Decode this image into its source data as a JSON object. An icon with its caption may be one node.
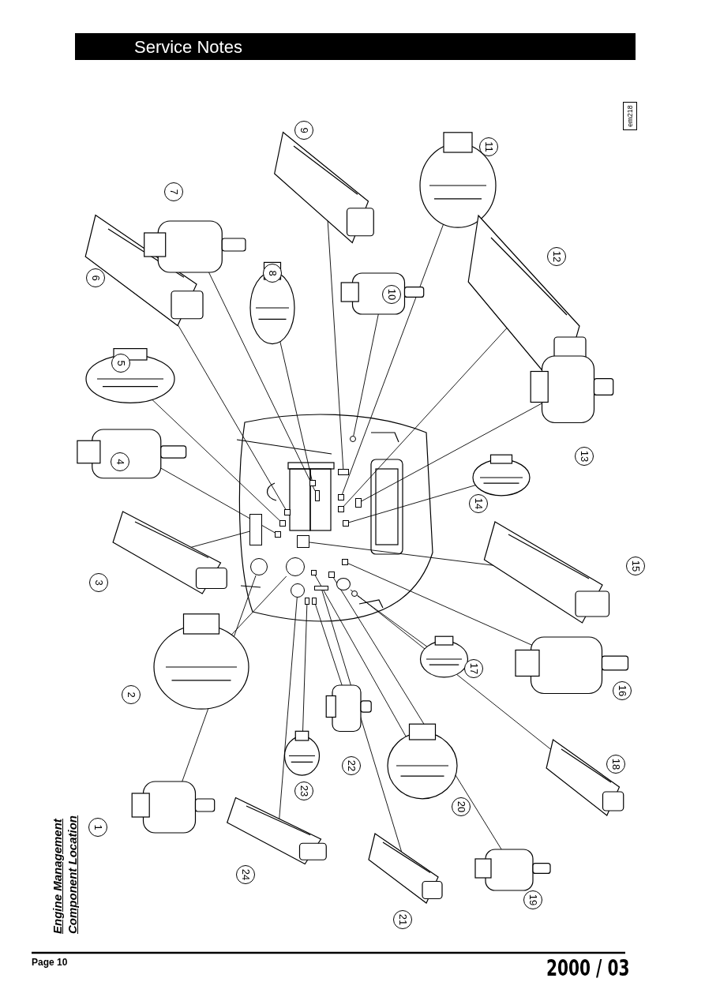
{
  "diagram": {
    "title": "Service Notes",
    "nodes": [
      {
        "text": [
          "1"
        ]
      },
      {
        "text": [
          "2"
        ]
      },
      {
        "text": [
          "3"
        ]
      },
      {
        "text": [
          "4"
        ]
      },
      {
        "text": [
          "5"
        ]
      },
      {
        "text": [
          "6"
        ]
      },
      {
        "text": [
          "7"
        ]
      },
      {
        "text": [
          "8"
        ]
      },
      {
        "text": [
          "9"
        ]
      },
      {
        "text": [
          "10"
        ]
      },
      {
        "text": [
          "11"
        ]
      },
      {
        "text": [
          "12"
        ]
      },
      {
        "text": [
          "13"
        ]
      },
      {
        "text": [
          "14"
        ]
      },
      {
        "text": [
          "15"
        ]
      },
      {
        "text": [
          "16"
        ]
      },
      {
        "text": [
          "17"
        ]
      },
      {
        "text": [
          "18"
        ]
      },
      {
        "text": [
          "19"
        ]
      },
      {
        "text": [
          "20"
        ]
      },
      {
        "text": [
          "21"
        ]
      },
      {
        "text": [
          "22"
        ]
      },
      {
        "text": [
          "23"
        ]
      },
      {
        "text": [
          "24"
        ]
      },
      {
        "text": [],
        "shape": "circle"
      },
      {
        "text": [],
        "shape": "circle"
      },
      {
        "text": [],
        "shape": "box"
      },
      {
        "text": [],
        "shape": "box"
      },
      {
        "text": [],
        "shape": "box"
      },
      {
        "text": [],
        "shape": "box"
      },
      {
        "text": [],
        "shape": "box"
      },
      {
        "text": [],
        "shape": "box"
      },
      {
        "text": [],
        "shape": "box"
      },
      {
        "text": [],
        "shape": "circle"
      },
      {
        "text": [],
        "shape": "box"
      },
      {
        "text": [],
        "shape": "box"
      },
      {
        "text": [],
        "shape": "box"
      },
      {
        "text": [],
        "shape": "box"
      },
      {
        "text": [],
        "shape": "box"
      },
      {
        "text": [],
        "shape": "box"
      },
      {
        "text": [],
        "shape": "circle"
      },
      {
        "text": [],
        "shape": "circle"
      },
      {
        "text": [],
        "shape": "box"
      },
      {
        "text": [],
        "shape": "box"
      },
      {
        "text": [],
        "shape": "box"
      },
      {
        "text": [],
        "shape": "box"
      },
      {
        "text": [],
        "shape": "box"
      },
      {
        "text": [],
        "shape": "circle"
      }
    ],
    "edges": [
      {
        "from": 0,
        "to": 24,
        "arrow": "none"
      },
      {
        "from": 1,
        "to": 25,
        "arrow": "none"
      },
      {
        "from": 2,
        "to": 26,
        "arrow": "none"
      },
      {
        "from": 3,
        "to": 27,
        "arrow": "none"
      },
      {
        "from": 4,
        "to": 28,
        "arrow": "none"
      },
      {
        "from": 5,
        "to": 29,
        "arrow": "none"
      },
      {
        "from": 6,
        "to": 30,
        "arrow": "none"
      },
      {
        "from": 7,
        "to": 31,
        "arrow": "none"
      },
      {
        "from": 8,
        "to": 32,
        "arrow": "none"
      },
      {
        "from": 9,
        "to": 33,
        "arrow": "none"
      },
      {
        "from": 10,
        "to": 34,
        "arrow": "none"
      },
      {
        "from": 11,
        "to": 35,
        "arrow": "none"
      },
      {
        "from": 12,
        "to": 36,
        "arrow": "none"
      },
      {
        "from": 13,
        "to": 37,
        "arrow": "none"
      },
      {
        "from": 14,
        "to": 38,
        "arrow": "none"
      },
      {
        "from": 15,
        "to": 39,
        "arrow": "none"
      },
      {
        "from": 16,
        "to": 40,
        "arrow": "none"
      },
      {
        "from": 17,
        "to": 41,
        "arrow": "none"
      },
      {
        "from": 18,
        "to": 42,
        "arrow": "none"
      },
      {
        "from": 19,
        "to": 43,
        "arrow": "none"
      },
      {
        "from": 20,
        "to": 44,
        "arrow": "none"
      },
      {
        "from": 21,
        "to": 45,
        "arrow": "none"
      },
      {
        "from": 22,
        "to": 46,
        "arrow": "none"
      },
      {
        "from": 23,
        "to": 47,
        "arrow": "none"
      }
    ],
    "labels": [
      "em218",
      "Engine Management Component Location",
      "Page 10",
      "2000 / 03"
    ]
  }
}
